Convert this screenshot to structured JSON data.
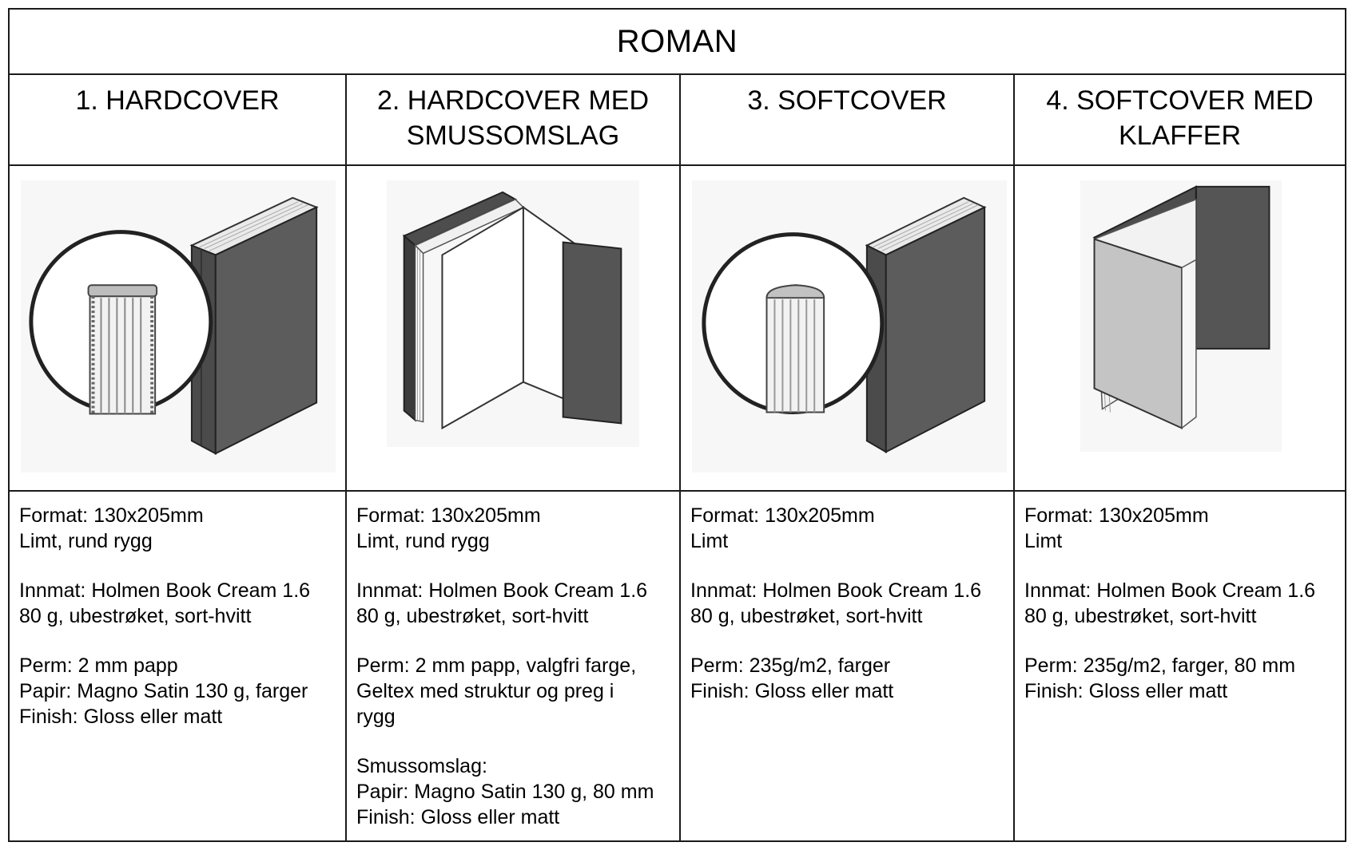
{
  "title": "ROMAN",
  "columns": [
    {
      "heading": [
        "1. HARDCOVER"
      ],
      "illustration": "hardcover-round-spine-book",
      "blocks": [
        [
          "Format: 130x205mm",
          "Limt, rund rygg"
        ],
        [
          "Innmat: Holmen Book Cream 1.6",
          "80 g, ubestrøket, sort-hvitt"
        ],
        [
          "Perm: 2 mm papp",
          "Papir: Magno Satin 130 g, farger",
          "Finish: Gloss eller matt"
        ]
      ]
    },
    {
      "heading": [
        "2. HARDCOVER MED",
        "SMUSSOMSLAG"
      ],
      "illustration": "hardcover-dust-jacket-book",
      "blocks": [
        [
          "Format: 130x205mm",
          "Limt, rund rygg"
        ],
        [
          "Innmat: Holmen Book Cream 1.6",
          "80 g, ubestrøket, sort-hvitt"
        ],
        [
          "Perm: 2 mm papp, valgfri farge,",
          "Geltex med struktur og preg i",
          "rygg"
        ],
        [
          "Smussomslag:",
          "Papir: Magno Satin 130 g, 80 mm",
          "Finish: Gloss eller matt"
        ]
      ]
    },
    {
      "heading": [
        "3. SOFTCOVER"
      ],
      "illustration": "softcover-book",
      "blocks": [
        [
          "Format: 130x205mm",
          "Limt"
        ],
        [
          "Innmat: Holmen Book Cream 1.6",
          "80 g, ubestrøket, sort-hvitt"
        ],
        [
          "Perm: 235g/m2, farger",
          "Finish: Gloss eller matt"
        ]
      ]
    },
    {
      "heading": [
        "4. SOFTCOVER MED",
        "KLAFFER"
      ],
      "illustration": "softcover-flaps-book",
      "blocks": [
        [
          "Format: 130x205mm",
          "Limt"
        ],
        [
          "Innmat: Holmen Book Cream 1.6",
          "80 g, ubestrøket, sort-hvitt"
        ],
        [
          "Perm: 235g/m2, farger, 80 mm",
          "Finish: Gloss eller matt"
        ]
      ]
    }
  ]
}
